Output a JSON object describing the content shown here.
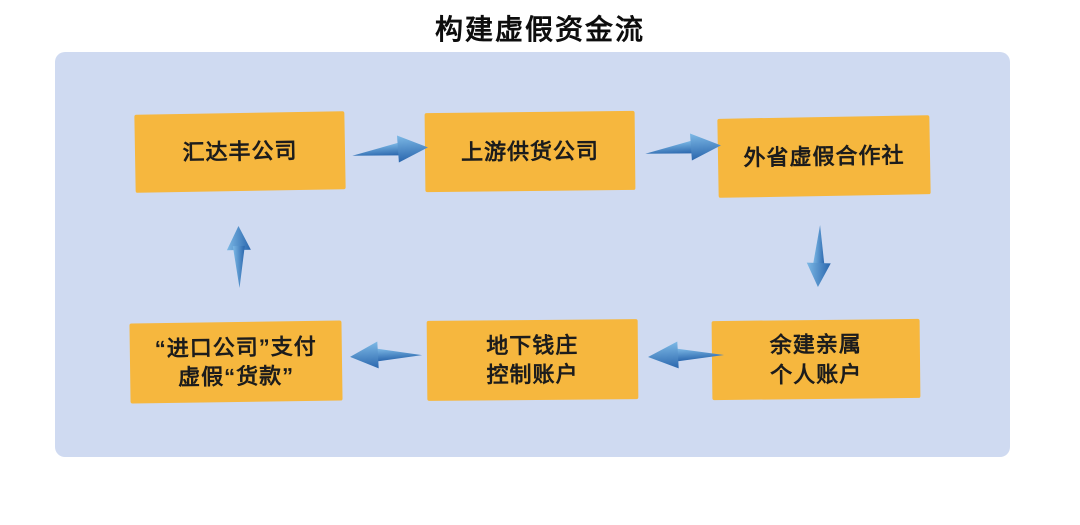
{
  "title": "构建虚假资金流",
  "colors": {
    "panel_bg": "#cfdaf1",
    "box_bg": "#f6b73e",
    "box_text": "#1c1c1c",
    "arrow_light": "#7db9e6",
    "arrow_mid": "#3f86c6",
    "arrow_dark": "#2a66ad",
    "title_color": "#0d0d0d"
  },
  "flow": {
    "nodes": [
      {
        "id": "huidafeng-company",
        "lines": [
          "汇达丰公司"
        ]
      },
      {
        "id": "upstream-supplier",
        "lines": [
          "上游供货公司"
        ]
      },
      {
        "id": "fake-coop-other-province",
        "lines": [
          "外省虚假合作社"
        ]
      },
      {
        "id": "relatives-accounts",
        "lines": [
          "余建亲属",
          "个人账户"
        ]
      },
      {
        "id": "underground-bank",
        "lines": [
          "地下钱庄",
          "控制账户"
        ]
      },
      {
        "id": "import-company-payment",
        "lines": [
          "“进口公司”支付",
          "虚假“货款”"
        ]
      }
    ],
    "edges": [
      {
        "from": "汇达丰公司",
        "to": "上游供货公司",
        "direction": "right"
      },
      {
        "from": "上游供货公司",
        "to": "外省虚假合作社",
        "direction": "right"
      },
      {
        "from": "外省虚假合作社",
        "to": "余建亲属个人账户",
        "direction": "down"
      },
      {
        "from": "余建亲属个人账户",
        "to": "地下钱庄控制账户",
        "direction": "left"
      },
      {
        "from": "地下钱庄控制账户",
        "to": "“进口公司”支付虚假“货款”",
        "direction": "left"
      },
      {
        "from": "“进口公司”支付虚假“货款”",
        "to": "汇达丰公司",
        "direction": "up"
      }
    ]
  }
}
